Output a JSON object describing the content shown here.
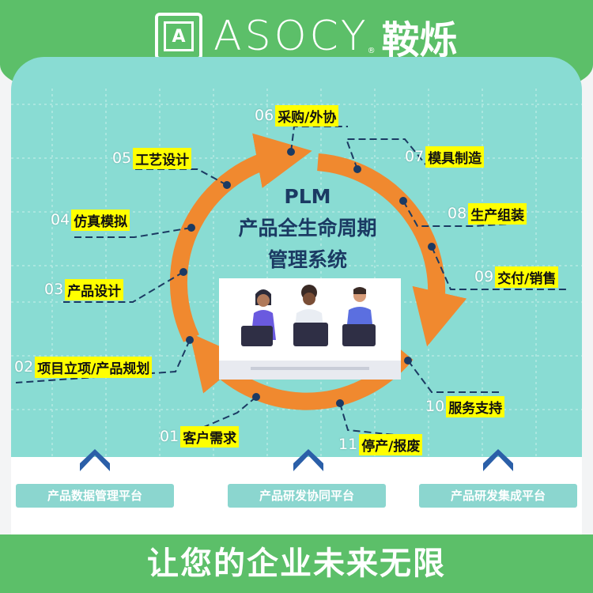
{
  "brand": {
    "logo_letter": "A",
    "wordmark": "ASOCY",
    "registered": "®",
    "name_cn": "鞍烁"
  },
  "center": {
    "line1": "PLM",
    "line2": "产品全生命周期",
    "line3": "管理系统"
  },
  "stages": [
    {
      "num": "01",
      "label": "客户需求"
    },
    {
      "num": "02",
      "label": "项目立项/产品规划"
    },
    {
      "num": "03",
      "label": "产品设计"
    },
    {
      "num": "04",
      "label": "仿真模拟"
    },
    {
      "num": "05",
      "label": "工艺设计"
    },
    {
      "num": "06",
      "label": "采购/外协"
    },
    {
      "num": "07",
      "label": "模具制造"
    },
    {
      "num": "08",
      "label": "生产组装"
    },
    {
      "num": "09",
      "label": "交付/销售"
    },
    {
      "num": "10",
      "label": "服务支持"
    },
    {
      "num": "11",
      "label": "停产/报废"
    }
  ],
  "platforms": [
    {
      "label": "产品数据管理平台"
    },
    {
      "label": "产品研发协同平台"
    },
    {
      "label": "产品研发集成平台"
    }
  ],
  "slogan": "让您的企业未来无限",
  "colors": {
    "green": "#5cbf69",
    "teal": "#89dcd3",
    "orange": "#f0892f",
    "navy": "#1b3a63",
    "highlight": "#ffff00",
    "chevron": "#2b5fa8"
  },
  "icons": [
    "logo-mark-icon",
    "chevron-up-icon",
    "team-meeting-illustration"
  ]
}
